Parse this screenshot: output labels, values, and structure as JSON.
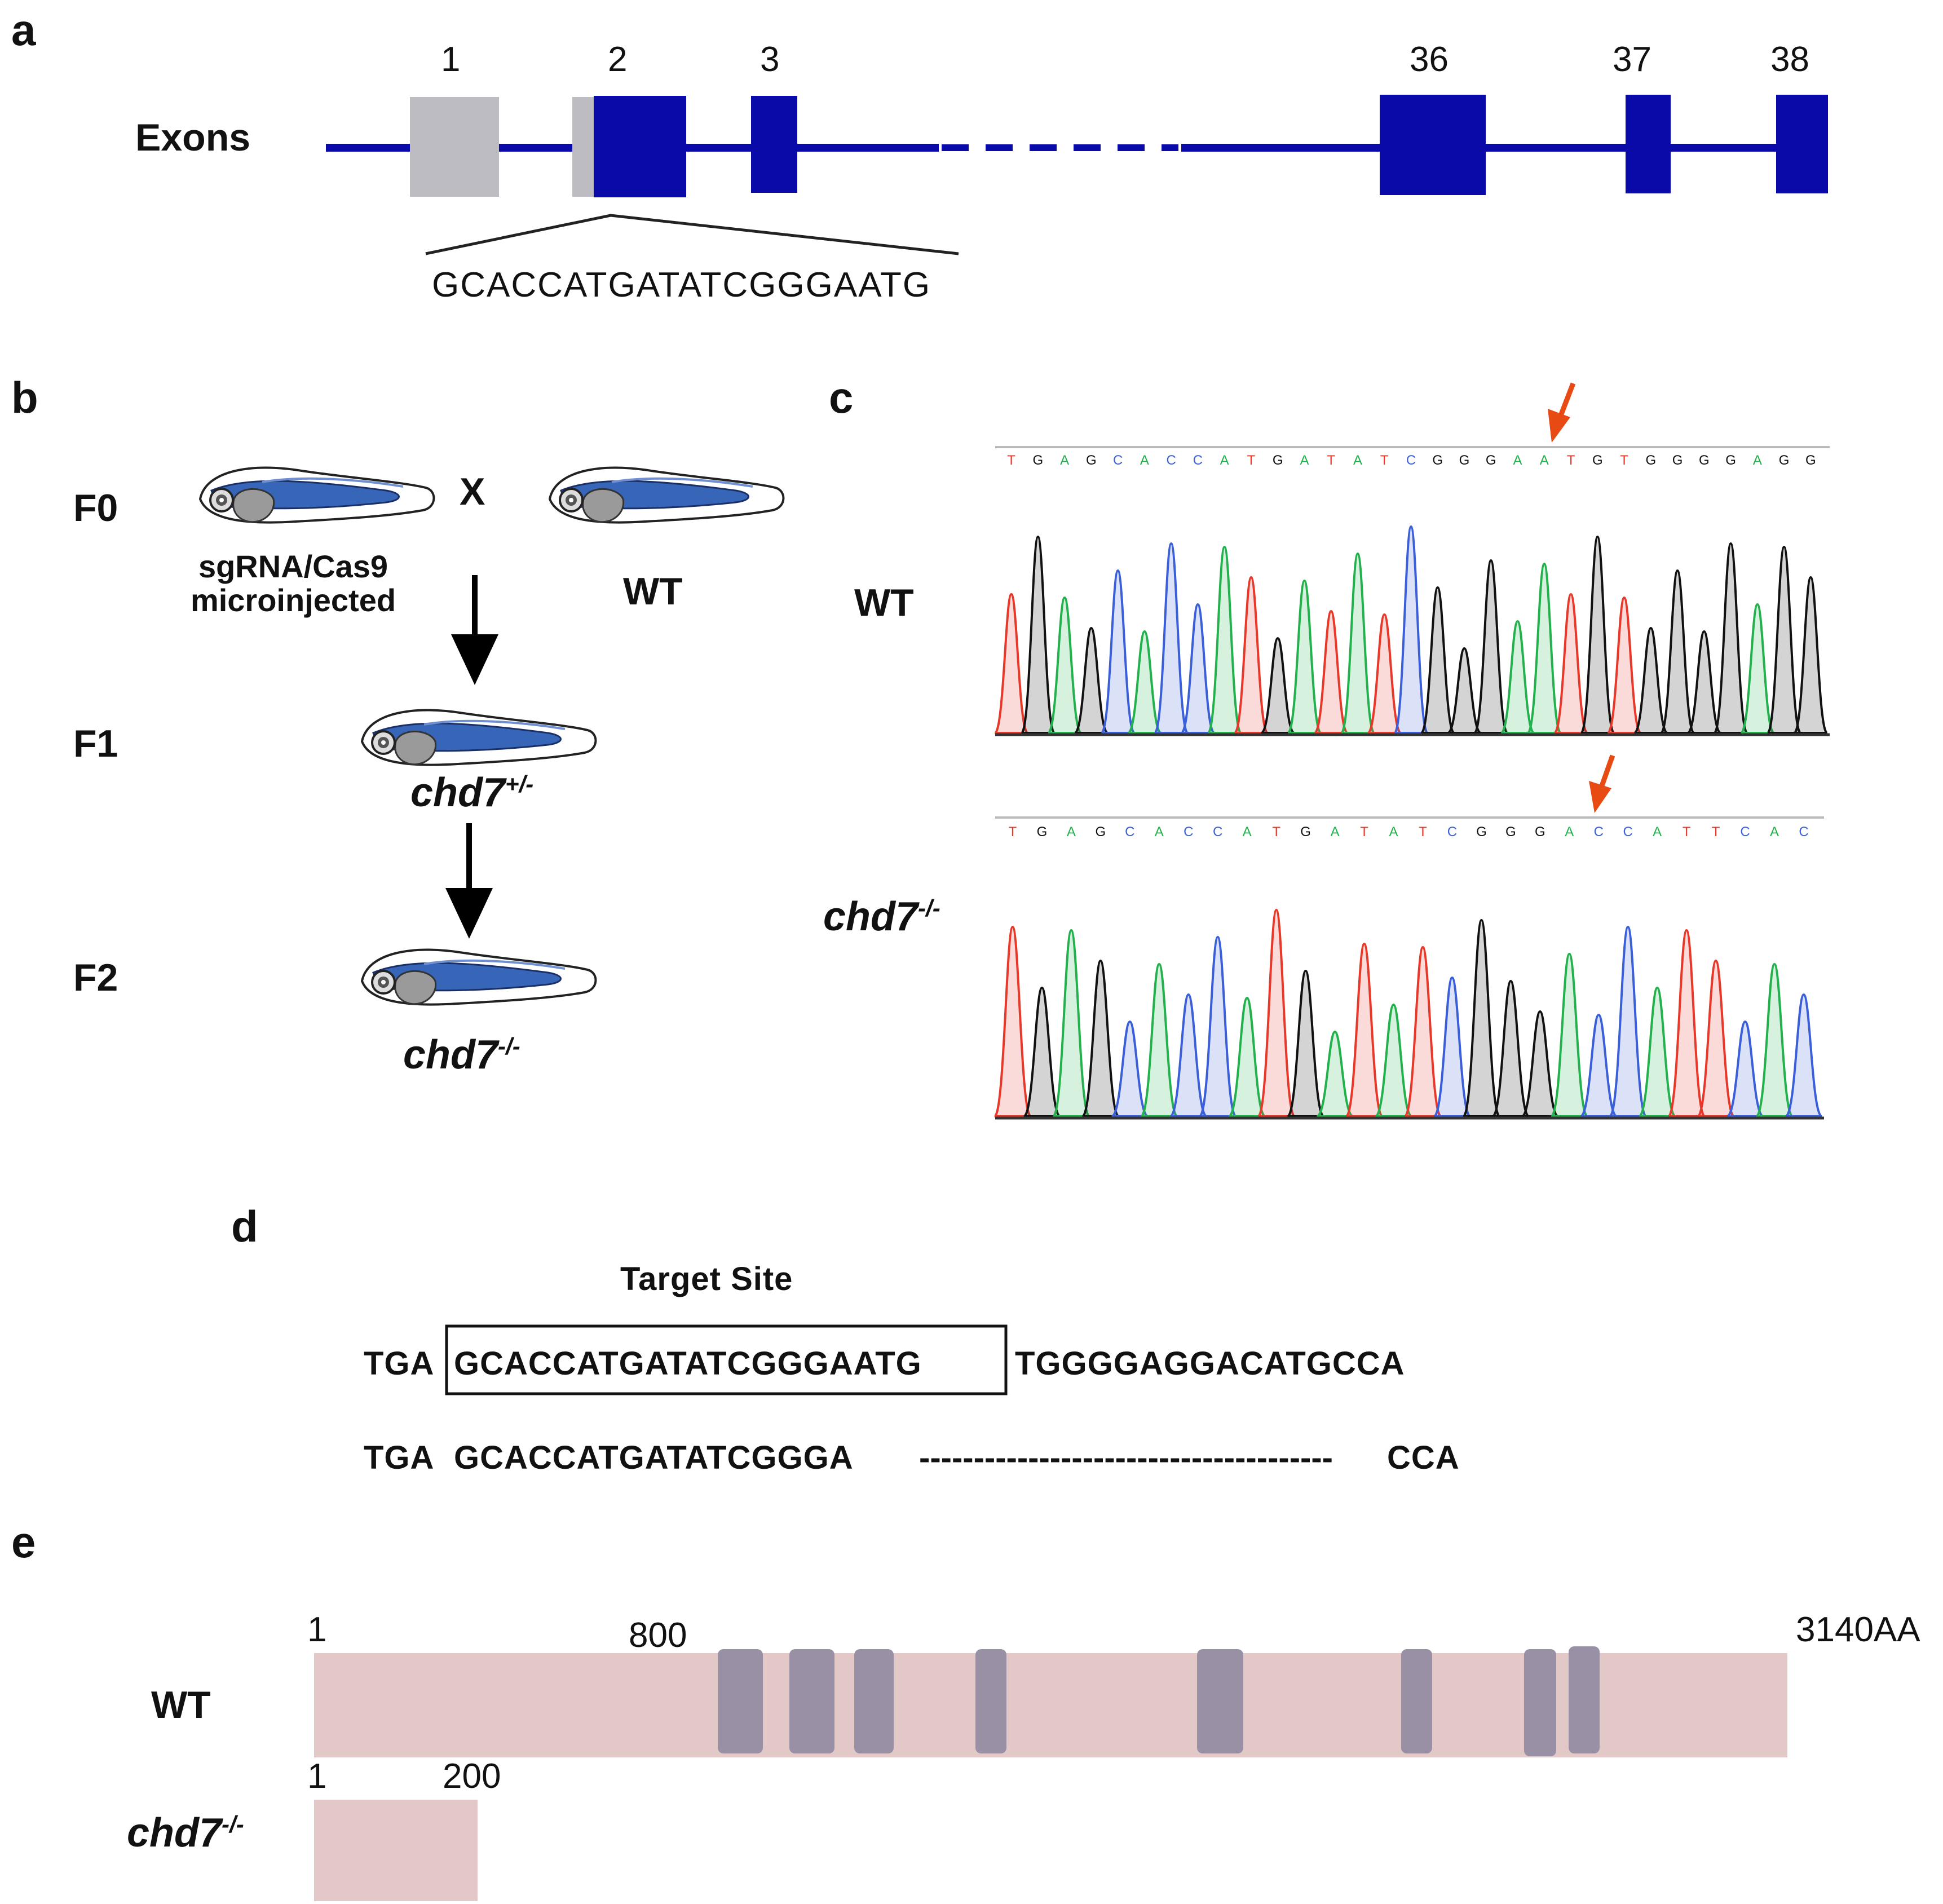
{
  "panel_labels": {
    "a": "a",
    "b": "b",
    "c": "c",
    "d": "d",
    "e": "e"
  },
  "panel_a": {
    "row_label": "Exons",
    "exon_numbers": [
      "1",
      "2",
      "3",
      "36",
      "37",
      "38"
    ],
    "sgrna_sequence": "GCACCATGATATCGGGAATG",
    "colors": {
      "coding": "#0a0aa8",
      "utr": "#bcbcc2",
      "line": "#0a0aa8"
    }
  },
  "panel_b": {
    "generations": [
      "F0",
      "F1",
      "F2"
    ],
    "cross_symbol": "X",
    "injected_label_line1": "sgRNA/Cas9",
    "injected_label_line2": "microinjected",
    "wt_label": "WT",
    "f1_genotype": {
      "base": "chd7",
      "sup": "+/-"
    },
    "f2_genotype": {
      "base": "chd7",
      "sup": "-/-"
    },
    "fish_icon": "zebrafish-larva-icon",
    "arrow_icon": "down-arrow-icon"
  },
  "panel_c": {
    "wt_label": "WT",
    "mut_label": {
      "base": "chd7",
      "sup": "-/-"
    },
    "wt_sequence": "TGAGCACCATGATATCGGGAATGTGGGGAGG",
    "mut_sequence": "TGAGCACCATGATATCGGGACCATTCAC",
    "base_colors": {
      "A": "#22b14c",
      "C": "#3a5fd9",
      "G": "#111111",
      "T": "#e8382a"
    },
    "arrow_color": "#e84a14",
    "arrow_icon": "red-arrow-icon"
  },
  "panel_d": {
    "title": "Target Site",
    "wt_prefix": "TGA",
    "wt_target": "GCACCATGATATCGGGAATG",
    "wt_suffix": "TGGGGAGGACATGCCA",
    "mut_prefix": "TGA",
    "mut_kept": "GCACCATGATATCGGGA",
    "mut_gap": "--------------------------------------",
    "mut_suffix": "CCA"
  },
  "panel_e": {
    "wt_label": "WT",
    "mut_label": {
      "base": "chd7",
      "sup": "-/-"
    },
    "wt_start": "1",
    "wt_tick": "800",
    "wt_end": "3140AA",
    "mut_start": "1",
    "mut_end": "200",
    "colors": {
      "protein": "#e3c8c8",
      "domain": "#9a90a6"
    }
  }
}
